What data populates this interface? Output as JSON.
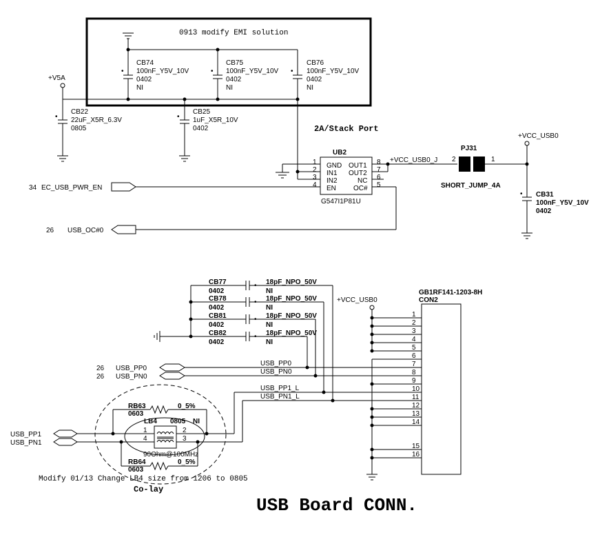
{
  "emi_note": "0913 modify EMI solution",
  "stack_port": "2A/Stack Port",
  "rails": {
    "v5a": "+V5A",
    "vcc_usb0_a": "+VCC_USB0",
    "vcc_usb0_j": "+VCC_USB0_J",
    "vcc_usb0_b": "+VCC_USB0"
  },
  "caps": [
    {
      "ref": "CB74",
      "value": "100nF_Y5V_10V",
      "pkg": "0402",
      "opt": "NI"
    },
    {
      "ref": "CB75",
      "value": "100nF_Y5V_10V",
      "pkg": "0402",
      "opt": "NI"
    },
    {
      "ref": "CB76",
      "value": "100nF_Y5V_10V",
      "pkg": "0402",
      "opt": "NI"
    },
    {
      "ref": "CB22",
      "value": "22uF_X5R_6.3V",
      "pkg": "0805"
    },
    {
      "ref": "CB25",
      "value": "1uF_X5R_10V",
      "pkg": "0402"
    },
    {
      "ref": "CB31",
      "value": "100nF_Y5V_10V",
      "pkg": "0402"
    },
    {
      "ref": "CB77",
      "value": "18pF_NPO_50V",
      "pkg": "0402",
      "opt": "NI"
    },
    {
      "ref": "CB78",
      "value": "18pF_NPO_50V",
      "pkg": "0402",
      "opt": "NI"
    },
    {
      "ref": "CB81",
      "value": "18pF_NPO_50V",
      "pkg": "0402",
      "opt": "NI"
    },
    {
      "ref": "CB82",
      "value": "18pF_NPO_50V",
      "pkg": "0402",
      "opt": "NI"
    }
  ],
  "ub2": {
    "ref": "UB2",
    "part": "G547I1P81U",
    "left_pins": [
      {
        "num": "1",
        "name": "GND"
      },
      {
        "num": "2",
        "name": "IN1"
      },
      {
        "num": "3",
        "name": "IN2"
      },
      {
        "num": "4",
        "name": "EN"
      }
    ],
    "right_pins": [
      {
        "num": "8",
        "name": "OUT1"
      },
      {
        "num": "7",
        "name": "OUT2"
      },
      {
        "num": "6",
        "name": "NC"
      },
      {
        "num": "5",
        "name": "OC#"
      }
    ]
  },
  "pj31": {
    "ref": "PJ31",
    "part": "SHORT_JUMP_4A",
    "pin_left": "2",
    "pin_right": "1"
  },
  "signals": {
    "en_num": "34",
    "en_name": "EC_USB_PWR_EN",
    "oc_num": "26",
    "oc_name": "USB_OC#0",
    "pp0_num": "26",
    "pp0_name": "USB_PP0",
    "pn0_num": "26",
    "pn0_name": "USB_PN0",
    "pp1_ext": "USB_PP1",
    "pn1_ext": "USB_PN1",
    "net_pp0": "USB_PP0",
    "net_pn0": "USB_PN0",
    "net_pp1l": "USB_PP1_L",
    "net_pn1l": "USB_PN1_L"
  },
  "con2": {
    "part": "GB1RF141-1203-8H",
    "ref": "CON2",
    "pins": [
      "1",
      "2",
      "3",
      "4",
      "5",
      "6",
      "7",
      "8",
      "9",
      "10",
      "11",
      "12",
      "13",
      "14",
      "15",
      "16"
    ]
  },
  "rb63": {
    "ref": "RB63",
    "value": "0_5%",
    "pkg": "0603"
  },
  "rb64": {
    "ref": "RB64",
    "value": "0_5%",
    "pkg": "0603"
  },
  "lb4": {
    "ref": "LB4",
    "pkg": "0805",
    "opt": "NI",
    "value": "90Ohm@100MHz",
    "pins": [
      "1",
      "2",
      "4",
      "3"
    ]
  },
  "notes": {
    "modify": "Modify 01/13 Change LB4 size from 1206 to 0805",
    "colay": "Co-lay"
  },
  "title": "USB Board CONN."
}
